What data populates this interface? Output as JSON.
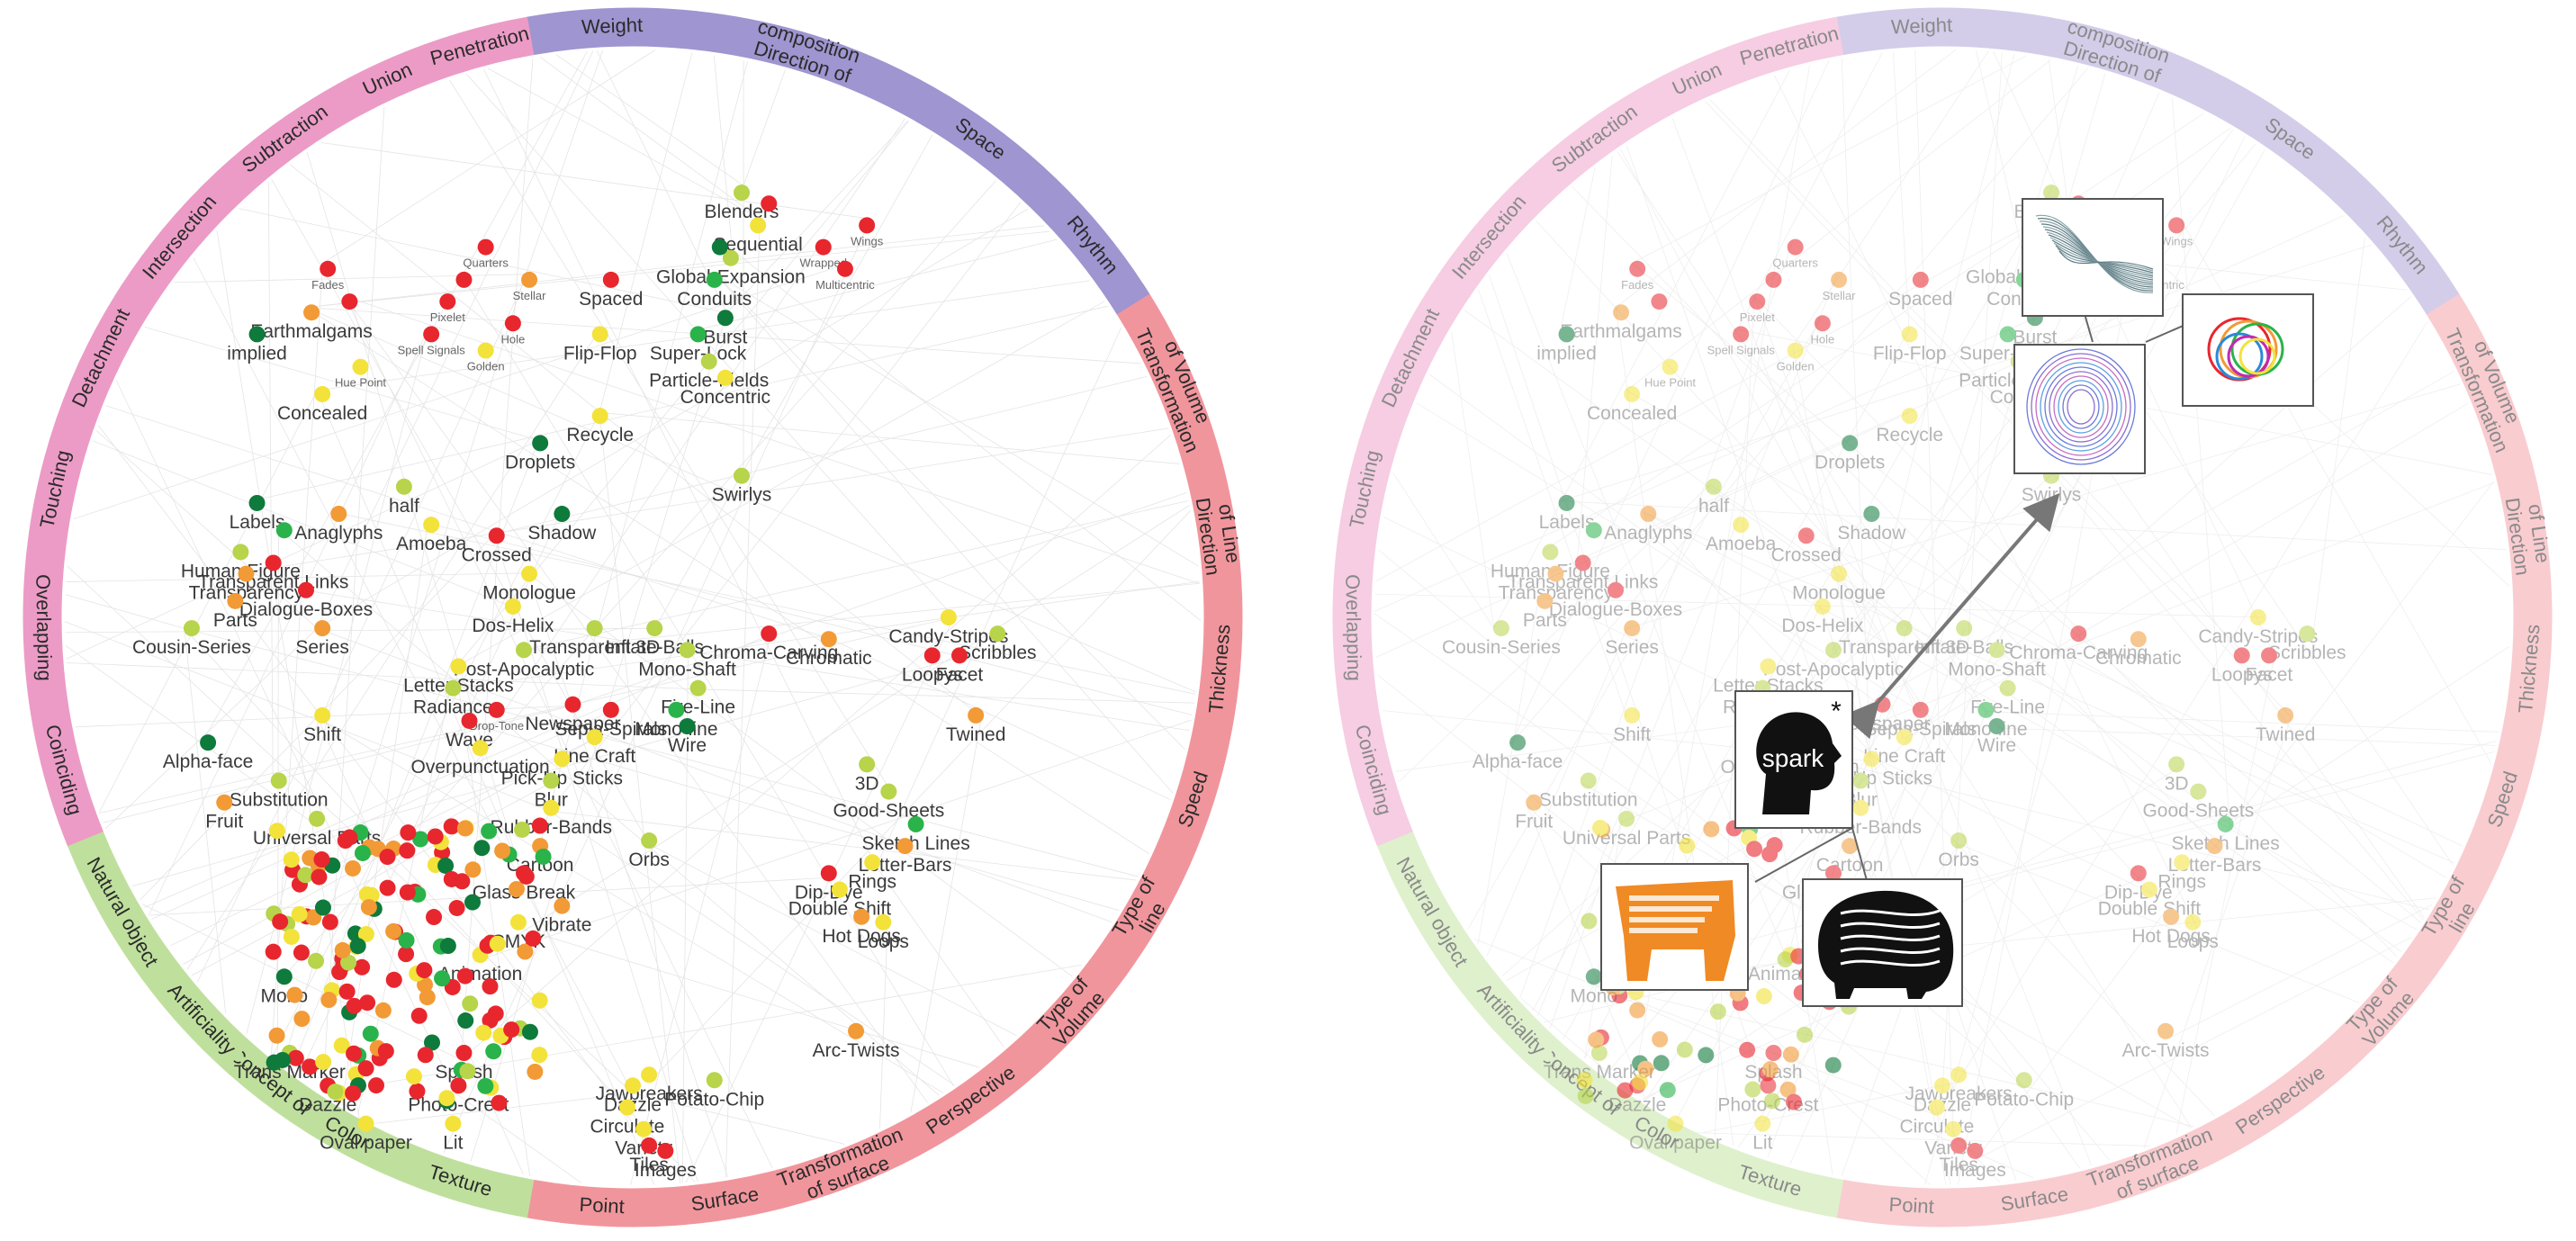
{
  "segments": [
    {
      "id": "weight",
      "label": "Weight",
      "color": "#9f95d0",
      "faded": "#d3cde9",
      "a0": -100,
      "a1": -84
    },
    {
      "id": "direction",
      "label": "Direction of composition",
      "lines": [
        "composition",
        "Direction of"
      ],
      "color": "#9f95d0",
      "faded": "#d3cde9",
      "a0": -84,
      "a1": -62
    },
    {
      "id": "space",
      "label": "Space",
      "color": "#9f95d0",
      "faded": "#d3cde9",
      "a0": -62,
      "a1": -46
    },
    {
      "id": "rhythm",
      "label": "Rhythm",
      "color": "#9f95d0",
      "faded": "#d3cde9",
      "a0": -46,
      "a1": -32
    },
    {
      "id": "tvol",
      "label": "Transformation of Volume",
      "lines": [
        "of Volume",
        "Transformation"
      ],
      "color": "#f1959c",
      "faded": "#f9ccd0",
      "a0": -32,
      "a1": -14
    },
    {
      "id": "dline",
      "label": "Direction of Line",
      "lines": [
        "of Line",
        "Direction"
      ],
      "color": "#f1959c",
      "faded": "#f9ccd0",
      "a0": -14,
      "a1": -2
    },
    {
      "id": "thick",
      "label": "Thickness",
      "color": "#f1959c",
      "faded": "#f9ccd0",
      "a0": -2,
      "a1": 12
    },
    {
      "id": "speed",
      "label": "Speed",
      "color": "#f1959c",
      "faded": "#f9ccd0",
      "a0": 12,
      "a1": 24
    },
    {
      "id": "tline",
      "label": "Type of line",
      "lines": [
        "Type of",
        "line"
      ],
      "color": "#f1959c",
      "faded": "#f9ccd0",
      "a0": 24,
      "a1": 36
    },
    {
      "id": "tvolume",
      "label": "Type of Volume",
      "lines": [
        "Type of",
        "Volume"
      ],
      "color": "#f1959c",
      "faded": "#f9ccd0",
      "a0": 36,
      "a1": 48
    },
    {
      "id": "persp",
      "label": "Perspective",
      "color": "#f1959c",
      "faded": "#f9ccd0",
      "a0": 48,
      "a1": 62
    },
    {
      "id": "tsurf",
      "label": "Transformation of surface",
      "lines": [
        "Transformation",
        "of surface"
      ],
      "color": "#f1959c",
      "faded": "#f9ccd0",
      "a0": 62,
      "a1": 76
    },
    {
      "id": "surface",
      "label": "Surface",
      "color": "#f1959c",
      "faded": "#f9ccd0",
      "a0": 76,
      "a1": 86
    },
    {
      "id": "point",
      "label": "Point",
      "color": "#f1959c",
      "faded": "#f9ccd0",
      "a0": 86,
      "a1": 100
    },
    {
      "id": "texture",
      "label": "Texture",
      "color": "#bfe09d",
      "faded": "#dff0cd",
      "a0": 100,
      "a1": 114
    },
    {
      "id": "color",
      "label": "Color",
      "color": "#bfe09d",
      "faded": "#dff0cd",
      "a0": 114,
      "a1": 124
    },
    {
      "id": "concept",
      "label": "Concept of",
      "color": "#bfe09d",
      "faded": "#dff0cd",
      "a0": 124,
      "a1": 132
    },
    {
      "id": "artif",
      "label": "Artificiality",
      "color": "#bfe09d",
      "faded": "#dff0cd",
      "a0": 132,
      "a1": 142
    },
    {
      "id": "natobj",
      "label": "Natural object",
      "color": "#bfe09d",
      "faded": "#dff0cd",
      "a0": 142,
      "a1": 158
    },
    {
      "id": "coinc",
      "label": "Coinciding",
      "color": "#ec9bc6",
      "faded": "#f6cde3",
      "a0": 158,
      "a1": 172
    },
    {
      "id": "overl",
      "label": "Overlapping",
      "color": "#ec9bc6",
      "faded": "#f6cde3",
      "a0": 172,
      "a1": 186
    },
    {
      "id": "touch",
      "label": "Touching",
      "color": "#ec9bc6",
      "faded": "#f6cde3",
      "a0": 186,
      "a1": 199
    },
    {
      "id": "detach",
      "label": "Detachment",
      "color": "#ec9bc6",
      "faded": "#f6cde3",
      "a0": 199,
      "a1": 213
    },
    {
      "id": "inters",
      "label": "Intersection",
      "color": "#ec9bc6",
      "faded": "#f6cde3",
      "a0": 213,
      "a1": 227
    },
    {
      "id": "subtr",
      "label": "Subtraction",
      "color": "#ec9bc6",
      "faded": "#f6cde3",
      "a0": 227,
      "a1": 241
    },
    {
      "id": "union",
      "label": "Union",
      "color": "#ec9bc6",
      "faded": "#f6cde3",
      "a0": 241,
      "a1": 250
    },
    {
      "id": "penet",
      "label": "Penetration",
      "color": "#ec9bc6",
      "faded": "#f6cde3",
      "a0": 250,
      "a1": 260
    }
  ],
  "colors": {
    "r": "#e8262e",
    "o": "#f29a36",
    "y": "#f3e23a",
    "l": "#b7d44a",
    "g": "#29b34a",
    "d": "#0e7a3b",
    "t": "#e5582a"
  },
  "nodes": [
    {
      "label": "Fades",
      "u": -0.56,
      "v": -0.64,
      "c": "r",
      "small": true
    },
    {
      "label": "Quarters",
      "u": -0.27,
      "v": -0.68,
      "c": "r",
      "small": true
    },
    {
      "label": "",
      "u": -0.31,
      "v": -0.62,
      "c": "r"
    },
    {
      "label": "Stellar",
      "u": -0.19,
      "v": -0.62,
      "c": "o",
      "small": true
    },
    {
      "label": "Pixelet",
      "u": -0.34,
      "v": -0.58,
      "c": "r",
      "small": true
    },
    {
      "label": "Spell Signals",
      "u": -0.37,
      "v": -0.52,
      "c": "r",
      "small": true
    },
    {
      "label": "Hole",
      "u": -0.22,
      "v": -0.54,
      "c": "r",
      "small": true
    },
    {
      "label": "Golden",
      "u": -0.27,
      "v": -0.49,
      "c": "y",
      "small": true
    },
    {
      "label": "Earthmalgams",
      "u": -0.59,
      "v": -0.56,
      "c": "o"
    },
    {
      "label": "",
      "u": -0.52,
      "v": -0.58,
      "c": "r"
    },
    {
      "label": "implied",
      "u": -0.69,
      "v": -0.52,
      "c": "d"
    },
    {
      "label": "Hue Point",
      "u": -0.5,
      "v": -0.46,
      "c": "y",
      "small": true
    },
    {
      "label": "Concealed",
      "u": -0.57,
      "v": -0.41,
      "c": "y"
    },
    {
      "label": "Blenders",
      "u": 0.2,
      "v": -0.78,
      "c": "l"
    },
    {
      "label": "Sequential",
      "u": 0.23,
      "v": -0.72,
      "c": "y"
    },
    {
      "label": "",
      "u": 0.25,
      "v": -0.76,
      "c": "r"
    },
    {
      "label": "Global-Expansion",
      "u": 0.18,
      "v": -0.66,
      "c": "l"
    },
    {
      "label": "",
      "u": 0.16,
      "v": -0.68,
      "c": "d"
    },
    {
      "label": "Conduits",
      "u": 0.15,
      "v": -0.62,
      "c": "g"
    },
    {
      "label": "Wings",
      "u": 0.43,
      "v": -0.72,
      "c": "r",
      "small": true
    },
    {
      "label": "Wrapped",
      "u": 0.35,
      "v": -0.68,
      "c": "r",
      "small": true
    },
    {
      "label": "Multicentric",
      "u": 0.39,
      "v": -0.64,
      "c": "r",
      "small": true
    },
    {
      "label": "Spaced",
      "u": -0.04,
      "v": -0.62,
      "c": "r"
    },
    {
      "label": "Flip-Flop",
      "u": -0.06,
      "v": -0.52,
      "c": "y"
    },
    {
      "label": "Burst",
      "u": 0.17,
      "v": -0.55,
      "c": "d"
    },
    {
      "label": "Super-Lock",
      "u": 0.12,
      "v": -0.52,
      "c": "g"
    },
    {
      "label": "Particle-Fields",
      "u": 0.14,
      "v": -0.47,
      "c": "l"
    },
    {
      "label": "Concentric",
      "u": 0.17,
      "v": -0.44,
      "c": "y"
    },
    {
      "label": "Recycle",
      "u": -0.06,
      "v": -0.37,
      "c": "y"
    },
    {
      "label": "Droplets",
      "u": -0.17,
      "v": -0.32,
      "c": "d"
    },
    {
      "label": "Swirlys",
      "u": 0.2,
      "v": -0.26,
      "c": "l"
    },
    {
      "label": "half",
      "u": -0.42,
      "v": -0.24,
      "c": "l"
    },
    {
      "label": "Labels",
      "u": -0.69,
      "v": -0.21,
      "c": "d"
    },
    {
      "label": "Anaglyphs",
      "u": -0.54,
      "v": -0.19,
      "c": "o"
    },
    {
      "label": "",
      "u": -0.64,
      "v": -0.16,
      "c": "g"
    },
    {
      "label": "Amoeba",
      "u": -0.37,
      "v": -0.17,
      "c": "y"
    },
    {
      "label": "Crossed",
      "u": -0.25,
      "v": -0.15,
      "c": "r"
    },
    {
      "label": "Shadow",
      "u": -0.13,
      "v": -0.19,
      "c": "d"
    },
    {
      "label": "Human Figure",
      "u": -0.72,
      "v": -0.12,
      "c": "l"
    },
    {
      "label": "Transparent Links",
      "u": -0.66,
      "v": -0.1,
      "c": "r"
    },
    {
      "label": "Transparency",
      "u": -0.71,
      "v": -0.08,
      "c": "o"
    },
    {
      "label": "Dialogue-Boxes",
      "u": -0.6,
      "v": -0.05,
      "c": "r"
    },
    {
      "label": "Parts",
      "u": -0.73,
      "v": -0.03,
      "c": "o"
    },
    {
      "label": "Monologue",
      "u": -0.19,
      "v": -0.08,
      "c": "y"
    },
    {
      "label": "Dos-Helix",
      "u": -0.22,
      "v": -0.02,
      "c": "y"
    },
    {
      "label": "Transparent 3D",
      "u": -0.07,
      "v": 0.02,
      "c": "l"
    },
    {
      "label": "Inflate-Balls",
      "u": 0.04,
      "v": 0.02,
      "c": "l"
    },
    {
      "label": "Cousin-Series",
      "u": -0.81,
      "v": 0.02,
      "c": "l"
    },
    {
      "label": "Series",
      "u": -0.57,
      "v": 0.02,
      "c": "o"
    },
    {
      "label": "Post-Apocalyptic",
      "u": -0.2,
      "v": 0.06,
      "c": "l"
    },
    {
      "label": "Mono-Shaft",
      "u": 0.1,
      "v": 0.06,
      "c": "l"
    },
    {
      "label": "Chroma-Carving",
      "u": 0.25,
      "v": 0.03,
      "c": "r"
    },
    {
      "label": "Chromatic",
      "u": 0.36,
      "v": 0.04,
      "c": "o"
    },
    {
      "label": "Candy-Stripes",
      "u": 0.58,
      "v": 0.0,
      "c": "y"
    },
    {
      "label": "Scribbles",
      "u": 0.67,
      "v": 0.03,
      "c": "l"
    },
    {
      "label": "Loopys",
      "u": 0.55,
      "v": 0.07,
      "c": "r"
    },
    {
      "label": "Facet",
      "u": 0.6,
      "v": 0.07,
      "c": "r"
    },
    {
      "label": "Letter Stacks",
      "u": -0.32,
      "v": 0.09,
      "c": "y"
    },
    {
      "label": "Radiance",
      "u": -0.33,
      "v": 0.13,
      "c": "l"
    },
    {
      "label": "Fire-Line",
      "u": 0.12,
      "v": 0.13,
      "c": "l"
    },
    {
      "label": "Mono-line",
      "u": 0.08,
      "v": 0.17,
      "c": "g"
    },
    {
      "label": "Wire",
      "u": 0.1,
      "v": 0.2,
      "c": "d"
    },
    {
      "label": "Newspaper",
      "u": -0.11,
      "v": 0.16,
      "c": "r"
    },
    {
      "label": "Sepia-Spirals",
      "u": -0.04,
      "v": 0.17,
      "c": "r"
    },
    {
      "label": "Line Craft",
      "u": -0.07,
      "v": 0.22,
      "c": "y"
    },
    {
      "label": "Drop-Tone",
      "u": -0.25,
      "v": 0.17,
      "c": "r",
      "small": true
    },
    {
      "label": "Wave",
      "u": -0.3,
      "v": 0.19,
      "c": "r"
    },
    {
      "label": "Overpunctuation",
      "u": -0.28,
      "v": 0.24,
      "c": "y"
    },
    {
      "label": "Pick-Up Sticks",
      "u": -0.13,
      "v": 0.26,
      "c": "y"
    },
    {
      "label": "Blur",
      "u": -0.15,
      "v": 0.3,
      "c": "l"
    },
    {
      "label": "Rubber-Bands",
      "u": -0.15,
      "v": 0.35,
      "c": "y"
    },
    {
      "label": "Shift",
      "u": -0.57,
      "v": 0.18,
      "c": "y"
    },
    {
      "label": "Twined",
      "u": 0.63,
      "v": 0.18,
      "c": "o"
    },
    {
      "label": "Alpha-face",
      "u": -0.78,
      "v": 0.23,
      "c": "d"
    },
    {
      "label": "3D",
      "u": 0.43,
      "v": 0.27,
      "c": "l"
    },
    {
      "label": "Good-Sheets",
      "u": 0.47,
      "v": 0.32,
      "c": "l"
    },
    {
      "label": "Substitution",
      "u": -0.65,
      "v": 0.3,
      "c": "l"
    },
    {
      "label": "Fruit",
      "u": -0.75,
      "v": 0.34,
      "c": "o"
    },
    {
      "label": "Universal Parts",
      "u": -0.58,
      "v": 0.37,
      "c": "l"
    },
    {
      "label": "Orbs",
      "u": 0.03,
      "v": 0.41,
      "c": "l"
    },
    {
      "label": "Cartoon",
      "u": -0.17,
      "v": 0.42,
      "c": "o"
    },
    {
      "label": "Glass Break",
      "u": -0.2,
      "v": 0.47,
      "c": "r"
    },
    {
      "label": "Sketch Lines",
      "u": 0.52,
      "v": 0.38,
      "c": "g"
    },
    {
      "label": "Letter-Bars",
      "u": 0.5,
      "v": 0.42,
      "c": "o"
    },
    {
      "label": "Rings",
      "u": 0.44,
      "v": 0.45,
      "c": "y"
    },
    {
      "label": "Dip-Dye",
      "u": 0.36,
      "v": 0.47,
      "c": "r"
    },
    {
      "label": "Double Shift",
      "u": 0.38,
      "v": 0.5,
      "c": "y"
    },
    {
      "label": "Hot Dogs",
      "u": 0.42,
      "v": 0.55,
      "c": "o"
    },
    {
      "label": "Loops",
      "u": 0.46,
      "v": 0.56,
      "c": "y"
    },
    {
      "label": "Vibrate",
      "u": -0.13,
      "v": 0.53,
      "c": "o"
    },
    {
      "label": "CMYK",
      "u": -0.21,
      "v": 0.56,
      "c": "y"
    },
    {
      "label": "Animation",
      "u": -0.28,
      "v": 0.62,
      "c": "y"
    },
    {
      "label": "Arc-Twists",
      "u": 0.41,
      "v": 0.76,
      "c": "o"
    },
    {
      "label": "Trans Marker",
      "u": -0.63,
      "v": 0.8,
      "c": "l"
    },
    {
      "label": "Splash",
      "u": -0.31,
      "v": 0.8,
      "c": "r"
    },
    {
      "label": "Photo-Crest",
      "u": -0.32,
      "v": 0.86,
      "c": "r"
    },
    {
      "label": "Dazzle",
      "u": -0.56,
      "v": 0.86,
      "c": "r"
    },
    {
      "label": "Lit",
      "u": -0.33,
      "v": 0.93,
      "c": "y"
    },
    {
      "label": "Oval paper",
      "u": -0.49,
      "v": 0.93,
      "c": "y"
    },
    {
      "label": "Mono",
      "u": -0.64,
      "v": 0.66,
      "c": "d"
    },
    {
      "label": "Jawbreakers",
      "u": 0.03,
      "v": 0.84,
      "c": "y"
    },
    {
      "label": "Potato-Chip",
      "u": 0.15,
      "v": 0.85,
      "c": "l"
    },
    {
      "label": "Dazzle",
      "u": 0.0,
      "v": 0.86,
      "c": "y"
    },
    {
      "label": "Circulate",
      "u": -0.01,
      "v": 0.9,
      "c": "y"
    },
    {
      "label": "Variety",
      "u": 0.02,
      "v": 0.94,
      "c": "y"
    },
    {
      "label": "Tiles",
      "u": 0.03,
      "v": 0.97,
      "c": "r"
    },
    {
      "label": "Images",
      "u": 0.06,
      "v": 0.98,
      "c": "r"
    }
  ],
  "arrow_label": "spark"
}
